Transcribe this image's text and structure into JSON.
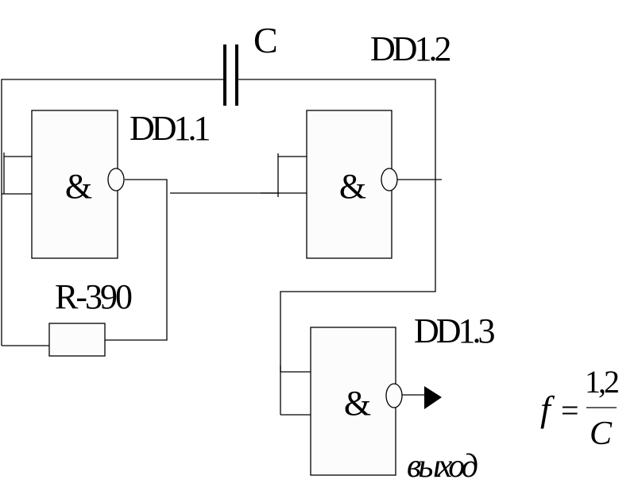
{
  "labels": {
    "capacitor": "C",
    "gate1": "DD1.1",
    "gate2": "DD1.2",
    "gate3": "DD1.3",
    "resistor": "R-390",
    "gate_symbol": "&",
    "output": "выход"
  },
  "formula": {
    "variable": "f",
    "equals": "=",
    "numerator": "1,2",
    "denominator": "C"
  }
}
